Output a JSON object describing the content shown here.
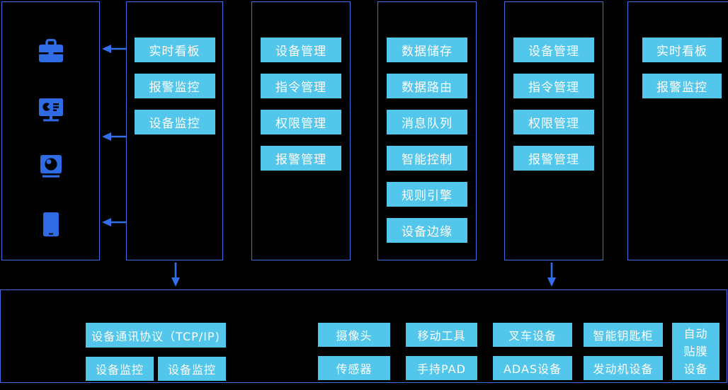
{
  "palette": {
    "background": "#000000",
    "border_blue": "#3E6FE1",
    "icon_blue": "#2F6CE4",
    "button_cyan": "#53C6EB",
    "button_text": "#FFFFFF"
  },
  "device_panel": {
    "icons": [
      "briefcase-icon",
      "monitor-chart-icon",
      "camera-icon",
      "phone-icon"
    ]
  },
  "monitor_column": {
    "buttons": [
      "实时看板",
      "报警监控",
      "设备监控"
    ]
  },
  "management_column_left": {
    "buttons": [
      "设备管理",
      "指令管理",
      "权限管理",
      "报警管理"
    ]
  },
  "platform_column": {
    "buttons": [
      "数据储存",
      "数据路由",
      "消息队列",
      "智能控制",
      "规则引擎",
      "设备边缘"
    ]
  },
  "management_column_right": {
    "buttons": [
      "设备管理",
      "指令管理",
      "权限管理",
      "报警管理"
    ]
  },
  "dashboard_column": {
    "buttons": [
      "实时看板",
      "报警监控"
    ]
  },
  "bottom_panel": {
    "protocol_button": "设备通讯协议（TCP/IP)",
    "monitor_buttons": [
      "设备监控",
      "设备监控"
    ],
    "device_row1": [
      "摄像头",
      "移动工具",
      "叉车设备",
      "智能钥匙柜"
    ],
    "device_row2": [
      "传感器",
      "手持PAD",
      "ADAS设备",
      "发动机设备"
    ],
    "film_device_button": "自动贴膜设备"
  }
}
